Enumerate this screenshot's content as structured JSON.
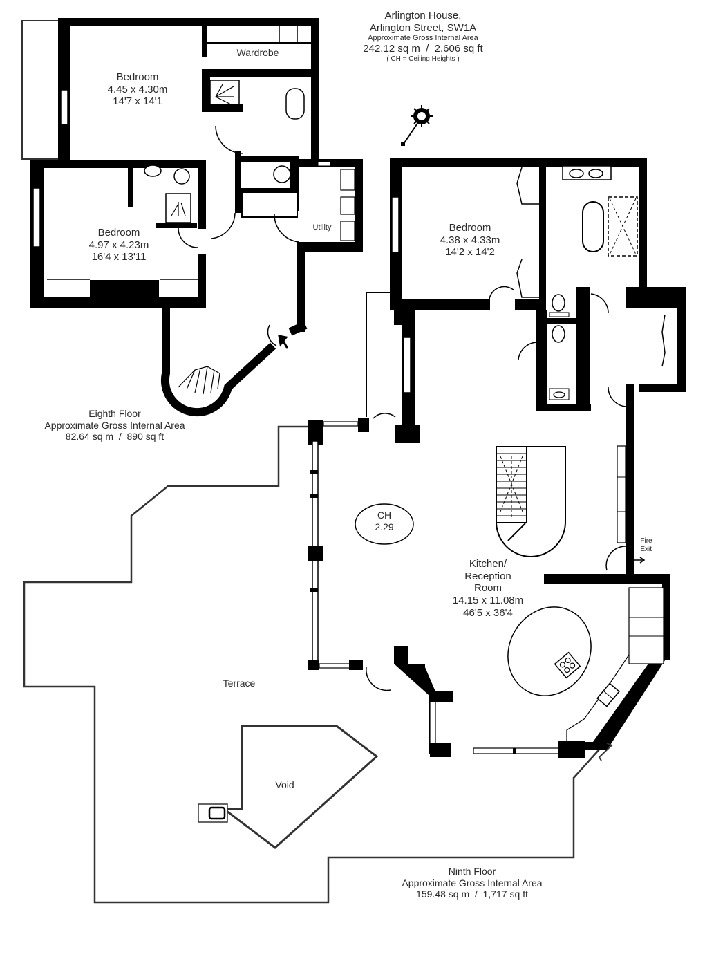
{
  "header": {
    "building": "Arlington House,",
    "street": "Arlington Street, SW1A",
    "area_label": "Approximate Gross Internal Area",
    "total_area": "242.12 sq m  /  2,606 sq ft",
    "ceiling_note": "( CH = Ceiling Heights )"
  },
  "floors": {
    "eighth": {
      "name": "Eighth Floor",
      "area_label": "Approximate Gross Internal Area",
      "area": "82.64 sq m  /  890 sq ft"
    },
    "ninth": {
      "name": "Ninth Floor",
      "area_label": "Approximate Gross Internal Area",
      "area": "159.48 sq m  /  1,717 sq ft"
    }
  },
  "rooms": {
    "bedroom_1": {
      "name": "Bedroom",
      "metric": "4.45 x 4.30m",
      "imperial": "14'7 x 14'1"
    },
    "bedroom_2": {
      "name": "Bedroom",
      "metric": "4.97 x 4.23m",
      "imperial": "16'4 x 13'11"
    },
    "bedroom_3": {
      "name": "Bedroom",
      "metric": "4.38 x 4.33m",
      "imperial": "14'2 x 14'2"
    },
    "wardrobe": {
      "name": "Wardrobe"
    },
    "utility": {
      "name": "Utility"
    },
    "kitchen": {
      "name_1": "Kitchen/",
      "name_2": "Reception",
      "name_3": "Room",
      "metric": "14.15 x 11.08m",
      "imperial": "46'5 x 36'4"
    },
    "terrace": {
      "name": "Terrace"
    },
    "void": {
      "name": "Void"
    }
  },
  "ceiling_height": {
    "label": "CH",
    "value": "2.29"
  },
  "fire_exit": {
    "line_1": "Fire",
    "line_2": "Exit"
  },
  "icons": {
    "compass": "compass-rose-icon",
    "entrance_arrow": "entrance-arrow-icon"
  },
  "colors": {
    "wall": "#000000",
    "outline": "#333333",
    "text": "#2a2a2a",
    "background": "#ffffff"
  }
}
